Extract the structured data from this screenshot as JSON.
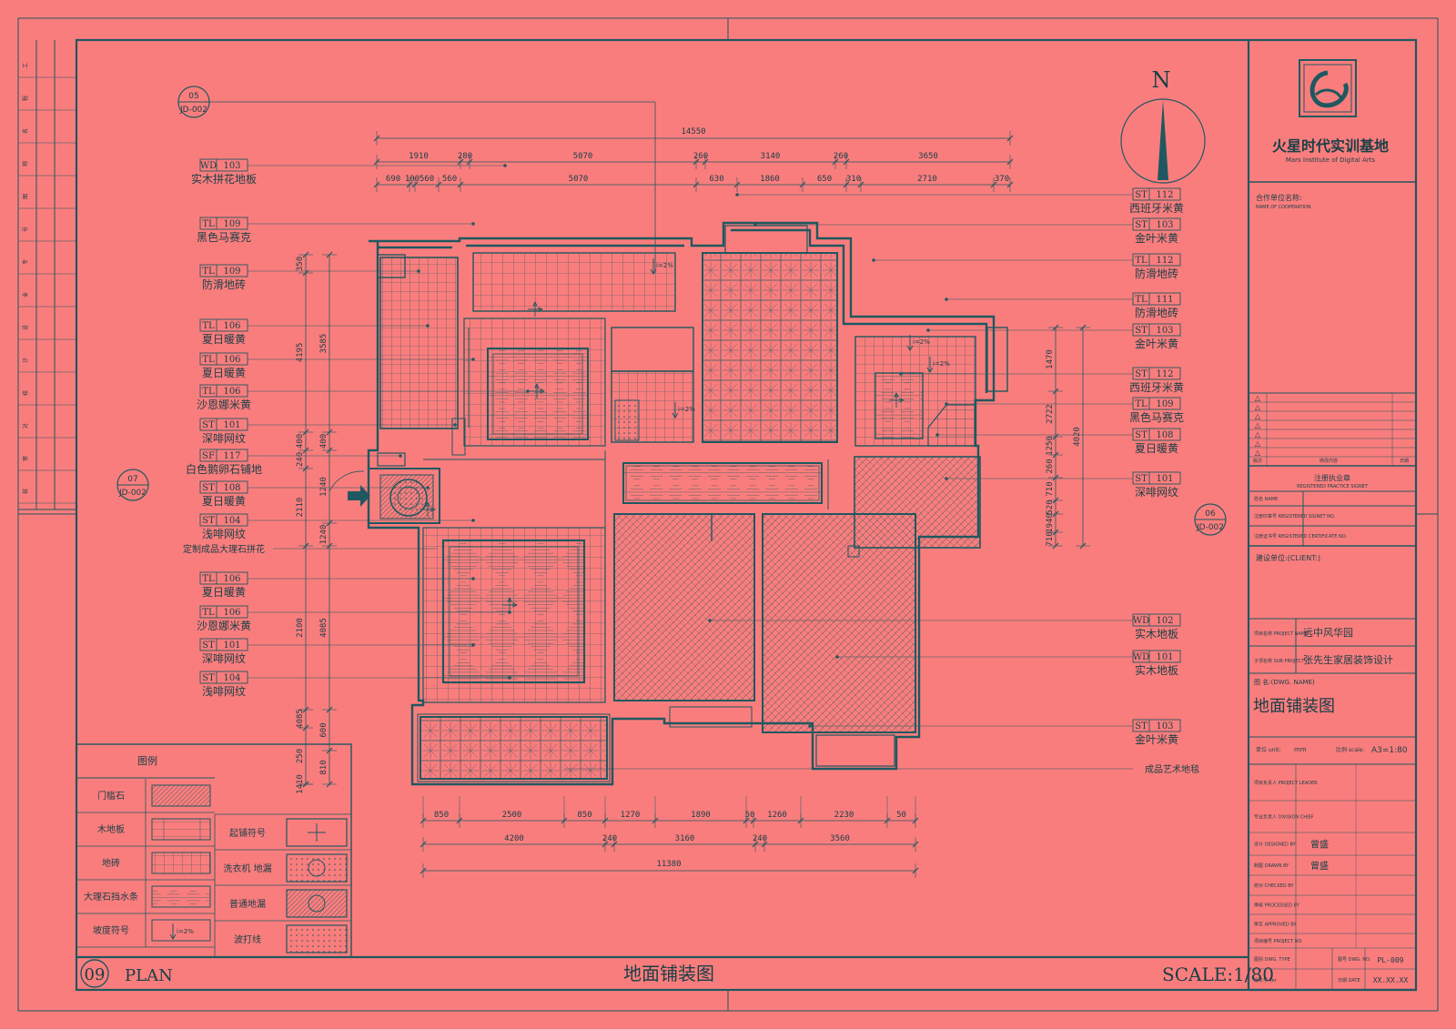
{
  "drawing": {
    "title": "地面铺装图",
    "plan_no": "09",
    "plan_label": "PLAN",
    "scale": "SCALE:1/80",
    "north": "N",
    "refs": [
      {
        "top": "05",
        "bottom": "JD-002"
      },
      {
        "top": "07",
        "bottom": "JD-002"
      },
      {
        "top": "06",
        "bottom": "JD-002"
      }
    ]
  },
  "dims": {
    "top_total": "14550",
    "top_row1": [
      "1910",
      "280",
      "5070",
      "260",
      "3140",
      "260",
      "3650"
    ],
    "top_row2": [
      "690",
      "100",
      "560",
      "560",
      "5070",
      "630",
      "1860",
      "650",
      "310",
      "2710",
      "370"
    ],
    "left_v1": [
      "350",
      "4195",
      "400",
      "240",
      "2110",
      "2100",
      "4085",
      "250",
      "1410"
    ],
    "left_v2": [
      "3585",
      "400",
      "1240",
      "1240",
      "4085",
      "600",
      "810"
    ],
    "right_v1": [
      "4020"
    ],
    "right_v2": [
      "1470",
      "2722",
      "1250",
      "260",
      "710",
      "520",
      "1940",
      "710"
    ],
    "bottom_row1": [
      "850",
      "2500",
      "850",
      "1270",
      "1890",
      "50",
      "1260",
      "2230",
      "50"
    ],
    "bottom_row2": [
      "4200",
      "240",
      "3160",
      "240",
      "3560"
    ],
    "bottom_total": "11380"
  },
  "labels_left": [
    {
      "code": "WD",
      "num": "103",
      "text": "实木拼花地板"
    },
    {
      "code": "TL",
      "num": "109",
      "text": "黑色马赛克"
    },
    {
      "code": "TL",
      "num": "109",
      "text": "防滑地砖"
    },
    {
      "code": "TL",
      "num": "106",
      "text": "夏日暖黄"
    },
    {
      "code": "TL",
      "num": "106",
      "text": "夏日暖黄"
    },
    {
      "code": "TL",
      "num": "106",
      "text": "沙恩娜米黄"
    },
    {
      "code": "ST",
      "num": "101",
      "text": "深啡网纹"
    },
    {
      "code": "SF",
      "num": "117",
      "text": "白色鹅卵石铺地"
    },
    {
      "code": "ST",
      "num": "108",
      "text": "夏日暖黄"
    },
    {
      "code": "ST",
      "num": "104",
      "text": "浅啡网纹"
    },
    {
      "code": "",
      "num": "",
      "text": "定制成品大理石拼花"
    },
    {
      "code": "TL",
      "num": "106",
      "text": "夏日暖黄"
    },
    {
      "code": "TL",
      "num": "106",
      "text": "沙恩娜米黄"
    },
    {
      "code": "ST",
      "num": "101",
      "text": "深啡网纹"
    },
    {
      "code": "ST",
      "num": "104",
      "text": "浅啡网纹"
    }
  ],
  "labels_right": [
    {
      "code": "ST",
      "num": "112",
      "text": "西班牙米黄"
    },
    {
      "code": "ST",
      "num": "103",
      "text": "金叶米黄"
    },
    {
      "code": "TL",
      "num": "112",
      "text": "防滑地砖"
    },
    {
      "code": "TL",
      "num": "111",
      "text": "防滑地砖"
    },
    {
      "code": "ST",
      "num": "103",
      "text": "金叶米黄"
    },
    {
      "code": "ST",
      "num": "112",
      "text": "西班牙米黄"
    },
    {
      "code": "TL",
      "num": "109",
      "text": "黑色马赛克"
    },
    {
      "code": "ST",
      "num": "108",
      "text": "夏日暖黄"
    },
    {
      "code": "ST",
      "num": "101",
      "text": "深啡网纹"
    },
    {
      "code": "WD",
      "num": "102",
      "text": "实木地板"
    },
    {
      "code": "WD",
      "num": "101",
      "text": "实木地板"
    },
    {
      "code": "ST",
      "num": "103",
      "text": "金叶米黄"
    },
    {
      "code": "",
      "num": "",
      "text": "成品艺术地毯"
    }
  ],
  "slope": "i=2%",
  "legend": {
    "title": "图例",
    "items": [
      {
        "label": "门槛石",
        "pattern": "marble"
      },
      {
        "label": "木地板",
        "pattern": "wood"
      },
      {
        "label": "地砖",
        "pattern": "tile"
      },
      {
        "label": "大理石挡水条",
        "pattern": "stripe"
      },
      {
        "label": "坡度符号",
        "pattern": "slope"
      }
    ],
    "items2": [
      {
        "label": "起铺符号",
        "pattern": "cross"
      },
      {
        "label": "洗衣机 地漏",
        "pattern": "drain1"
      },
      {
        "label": "普通地漏",
        "pattern": "drain2"
      },
      {
        "label": "波打线",
        "pattern": "dots"
      }
    ]
  },
  "title_block": {
    "company_cn": "火星时代实训基地",
    "company_en": "Mars Institute of Digital Arts",
    "cooperation_cn": "合作单位名称:",
    "cooperation_en": "NAME OF COOPERATION",
    "revision_marks": [
      "△",
      "△",
      "△",
      "△",
      "△",
      "△",
      "△"
    ],
    "revision_header": [
      "版次",
      "修改内容",
      "日期"
    ],
    "practice_cn": "注册执业章",
    "practice_en": "REGISTERED PRACTICE SIGNET",
    "name_label": "姓名 NAME",
    "reg_no_label": "注册印章号 REGISTERED SIGNET NO.",
    "cert_label": "注册证书号 REGISTERED CERTIFICATE NO.",
    "client_label": "建设单位:(CLIENT:)",
    "project_label": "项目名称 PROJECT NAME",
    "project_value": "远中风华园",
    "sub_label": "子项名称 SUB PROJECT",
    "sub_value": "张先生家居装饰设计",
    "dwg_label": "图 名:(DWG. NAME)",
    "dwg_value": "地面铺装图",
    "unit_label": "单位 unit:",
    "unit_value": "mm",
    "scale_label": "比例 scale:",
    "scale_value": "A3=1:80",
    "leader_label": "项目负责人 PROJECT LEADER",
    "chief_label": "专业负责人 DIVISION CHIEF",
    "designed_label": "设计 DESIGNED BY",
    "designed_value": "曾盛",
    "drawn_label": "制图 DRAWN BY",
    "drawn_value": "曾盛",
    "checked_label": "校对 CHECKED BY",
    "processed_label": "审核 PROCESSED BY",
    "approved_label": "审定 APPROVED BY",
    "projno_label": "项目编号 PROJECT NO.",
    "dwgtype_label": "图别 DWG. TYPE",
    "dwgno_label": "图号 DWG. NO.",
    "dwgno_value": "PL-009",
    "ver_label": "版本号 Ver",
    "date_label": "日期 DATE",
    "date_value": "XX.XX.XX"
  },
  "left_strip": [
    "工",
    "程",
    "名",
    "称",
    "图",
    "号",
    "专",
    "业",
    "设",
    "计",
    "校",
    "对",
    "审",
    "核"
  ]
}
